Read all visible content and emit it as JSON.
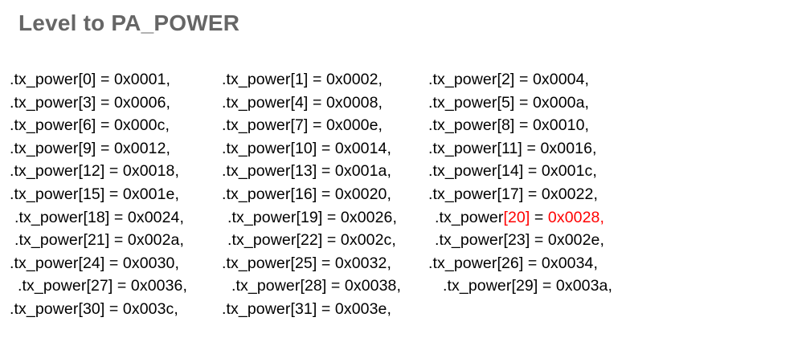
{
  "slide": {
    "title": "Level to PA_POWER",
    "background_color": "#ffffff",
    "title_color": "#666666"
  },
  "code": {
    "symbol": ".tx_power",
    "assign": " = ",
    "separator": ",",
    "text_color": "#000000",
    "highlight_color": "#ff0000",
    "columns": 3,
    "entries": [
      {
        "index": "0",
        "value": "0x0001",
        "highlighted": false
      },
      {
        "index": "1",
        "value": "0x0002",
        "highlighted": false
      },
      {
        "index": "2",
        "value": "0x0004",
        "highlighted": false
      },
      {
        "index": "3",
        "value": "0x0006",
        "highlighted": false
      },
      {
        "index": "4",
        "value": "0x0008",
        "highlighted": false
      },
      {
        "index": "5",
        "value": "0x000a",
        "highlighted": false
      },
      {
        "index": "6",
        "value": "0x000c",
        "highlighted": false
      },
      {
        "index": "7",
        "value": "0x000e",
        "highlighted": false
      },
      {
        "index": "8",
        "value": "0x0010",
        "highlighted": false
      },
      {
        "index": "9",
        "value": "0x0012",
        "highlighted": false
      },
      {
        "index": "10",
        "value": "0x0014",
        "highlighted": false
      },
      {
        "index": "11",
        "value": "0x0016",
        "highlighted": false
      },
      {
        "index": "12",
        "value": "0x0018",
        "highlighted": false
      },
      {
        "index": "13",
        "value": "0x001a",
        "highlighted": false
      },
      {
        "index": "14",
        "value": "0x001c",
        "highlighted": false
      },
      {
        "index": "15",
        "value": "0x001e",
        "highlighted": false
      },
      {
        "index": "16",
        "value": "0x0020",
        "highlighted": false
      },
      {
        "index": "17",
        "value": "0x0022",
        "highlighted": false
      },
      {
        "index": "18",
        "value": "0x0024",
        "highlighted": false
      },
      {
        "index": "19",
        "value": "0x0026",
        "highlighted": false
      },
      {
        "index": "20",
        "value": "0x0028",
        "highlighted": true
      },
      {
        "index": "21",
        "value": "0x002a",
        "highlighted": false
      },
      {
        "index": "22",
        "value": "0x002c",
        "highlighted": false
      },
      {
        "index": "23",
        "value": "0x002e",
        "highlighted": false
      },
      {
        "index": "24",
        "value": "0x0030",
        "highlighted": false
      },
      {
        "index": "25",
        "value": "0x0032",
        "highlighted": false
      },
      {
        "index": "26",
        "value": "0x0034",
        "highlighted": false
      },
      {
        "index": "27",
        "value": "0x0036",
        "highlighted": false
      },
      {
        "index": "28",
        "value": "0x0038",
        "highlighted": false
      },
      {
        "index": "29",
        "value": "0x003a",
        "highlighted": false
      },
      {
        "index": "30",
        "value": "0x003c",
        "highlighted": false
      },
      {
        "index": "31",
        "value": "0x003e",
        "highlighted": false
      }
    ]
  }
}
